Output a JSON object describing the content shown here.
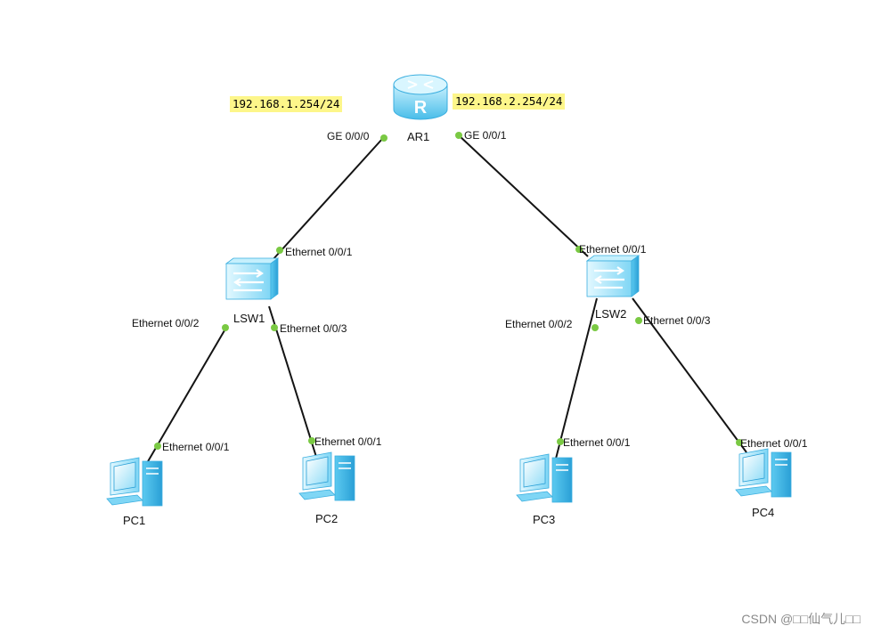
{
  "colors": {
    "link": "#141414",
    "port_dot": "#7ac943",
    "ip_highlight": "#fdf68a",
    "device_light": "#a9e7fb",
    "device_mid": "#5ccaf0",
    "device_dark": "#2a9fd6"
  },
  "devices": {
    "router": {
      "name": "AR1",
      "icon": "router-icon"
    },
    "lsw1": {
      "name": "LSW1",
      "icon": "switch-icon"
    },
    "lsw2": {
      "name": "LSW2",
      "icon": "switch-icon"
    },
    "pc1": {
      "name": "PC1",
      "icon": "pc-icon"
    },
    "pc2": {
      "name": "PC2",
      "icon": "pc-icon"
    },
    "pc3": {
      "name": "PC3",
      "icon": "pc-icon"
    },
    "pc4": {
      "name": "PC4",
      "icon": "pc-icon"
    }
  },
  "ip_labels": {
    "left": "192.168.1.254/24",
    "right": "192.168.2.254/24"
  },
  "ports": {
    "ar1_left": "GE 0/0/0",
    "ar1_right": "GE 0/0/1",
    "lsw1_up": "Ethernet 0/0/1",
    "lsw1_left": "Ethernet 0/0/2",
    "lsw1_right": "Ethernet 0/0/3",
    "lsw2_up": "Ethernet 0/0/1",
    "lsw2_left": "Ethernet 0/0/2",
    "lsw2_right": "Ethernet 0/0/3",
    "pc1": "Ethernet 0/0/1",
    "pc2": "Ethernet 0/0/1",
    "pc3": "Ethernet 0/0/1",
    "pc4": "Ethernet 0/0/1"
  },
  "watermark": "CSDN @□□仙气儿□□"
}
